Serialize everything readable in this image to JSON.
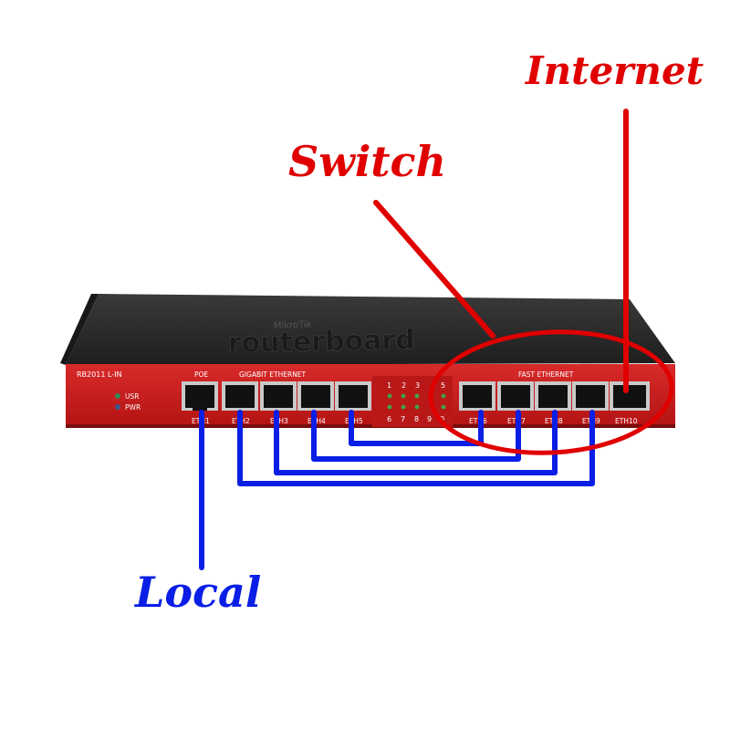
{
  "device": {
    "brand_small": "MikroTik",
    "brand": "routerboard",
    "model": "RB2011 L-IN",
    "group_poe": "POE",
    "group_gigabit": "GIGABIT ETHERNET",
    "group_fast": "FAST ETHERNET",
    "leds": [
      {
        "label": "USR",
        "color": "#2e8b57"
      },
      {
        "label": "PWR",
        "color": "#3a5a8c"
      }
    ],
    "port_labels": [
      "ETH1",
      "ETH2",
      "ETH3",
      "ETH4",
      "ETH5",
      "ETH6",
      "ETH7",
      "ETH8",
      "ETH9",
      "ETH10"
    ],
    "led_numbers_top": [
      "1",
      "2",
      "3",
      "5"
    ],
    "led_numbers_bottom": [
      "6",
      "7",
      "8",
      "9",
      "0"
    ],
    "colors": {
      "chassis": "#cc1f1f",
      "top": "#2a2a2a",
      "port": "#111111"
    }
  },
  "annotations": {
    "internet": {
      "label": "Internet",
      "color": "#e00000"
    },
    "switch": {
      "label": "Switch",
      "color": "#e00000"
    },
    "local": {
      "label": "Local",
      "color": "#0a1ee6"
    }
  },
  "connections": [
    {
      "from": "ETH2",
      "to": "ETH9"
    },
    {
      "from": "ETH3",
      "to": "ETH8"
    },
    {
      "from": "ETH4",
      "to": "ETH7"
    },
    {
      "from": "ETH5",
      "to": "ETH6"
    }
  ]
}
